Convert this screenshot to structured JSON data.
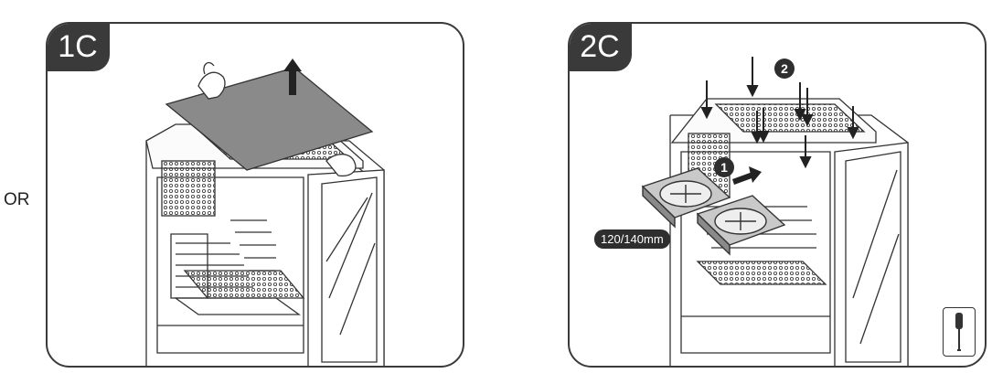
{
  "panels": [
    {
      "label": "1C"
    },
    {
      "label": "2C",
      "fan_size_label": "120/140mm",
      "step_markers": [
        "1",
        "2"
      ]
    }
  ],
  "separator_text": "OR",
  "colors": {
    "frame": "#3a3a3a",
    "badge_bg": "#3a3a3a",
    "line": "#333333",
    "panel_fill": "#8a8a8a"
  },
  "icons": [
    "up-arrow-icon",
    "hand-icon",
    "screw-icon",
    "screwdriver-icon",
    "fan-icon"
  ]
}
